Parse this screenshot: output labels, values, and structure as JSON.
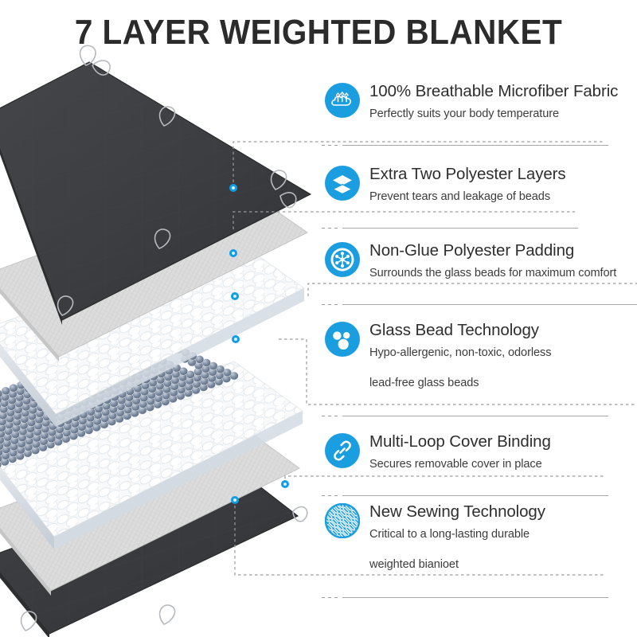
{
  "title": "7 LAYER WEIGHTED BLANKET",
  "colors": {
    "accent_blue": "#0f9ee5",
    "icon_blue": "#1b9ee0",
    "title_text": "#2b2b2b",
    "feature_title_text": "#2e2e2e",
    "feature_sub_text": "#3c3c3c",
    "rule_gray": "#a8a8a8",
    "dash_gray": "#9a9a9a",
    "dark_fabric": "#3a3c40",
    "dark_fabric_bottom": "#3b3d40",
    "woven_layer": "#dcdcdc",
    "padding_white": "#f4f6f8",
    "bead_blue_gray": "#6e8098"
  },
  "features": [
    {
      "icon": "breathable-cloud-icon",
      "title": "100% Breathable Microfiber Fabric",
      "sub": "Perfectly suits your body temperature",
      "sub2": ""
    },
    {
      "icon": "layers-stack-icon",
      "title": "Extra Two Polyester Layers",
      "sub": "Prevent tears and leakage of beads",
      "sub2": ""
    },
    {
      "icon": "molecule-padding-icon",
      "title": "Non-Glue Polyester Padding",
      "sub": "Surrounds the glass beads for maximum comfort",
      "sub2": ""
    },
    {
      "icon": "glass-beads-icon",
      "title": "Glass Bead Technology",
      "sub": "Hypo-allergenic, non-toxic, odorless",
      "sub2": "lead-free glass beads"
    },
    {
      "icon": "chain-link-icon",
      "title": "Multi-Loop Cover Binding",
      "sub": "Secures removable cover in place",
      "sub2": ""
    },
    {
      "icon": "woven-sewing-icon",
      "title": "New Sewing Technology",
      "sub": "Critical to a long-lasting durable",
      "sub2": "weighted bianioet"
    }
  ],
  "illustration": {
    "name": "exploded-layer-diagram",
    "layers": [
      "top-dark-quilted-cover",
      "woven-polyester-layer-upper",
      "white-padding-layer-upper",
      "glass-bead-layer",
      "white-padding-layer-lower",
      "woven-polyester-layer-lower",
      "bottom-dark-quilted-cover"
    ],
    "loop_count": 9,
    "connector_dot_count": 6
  }
}
